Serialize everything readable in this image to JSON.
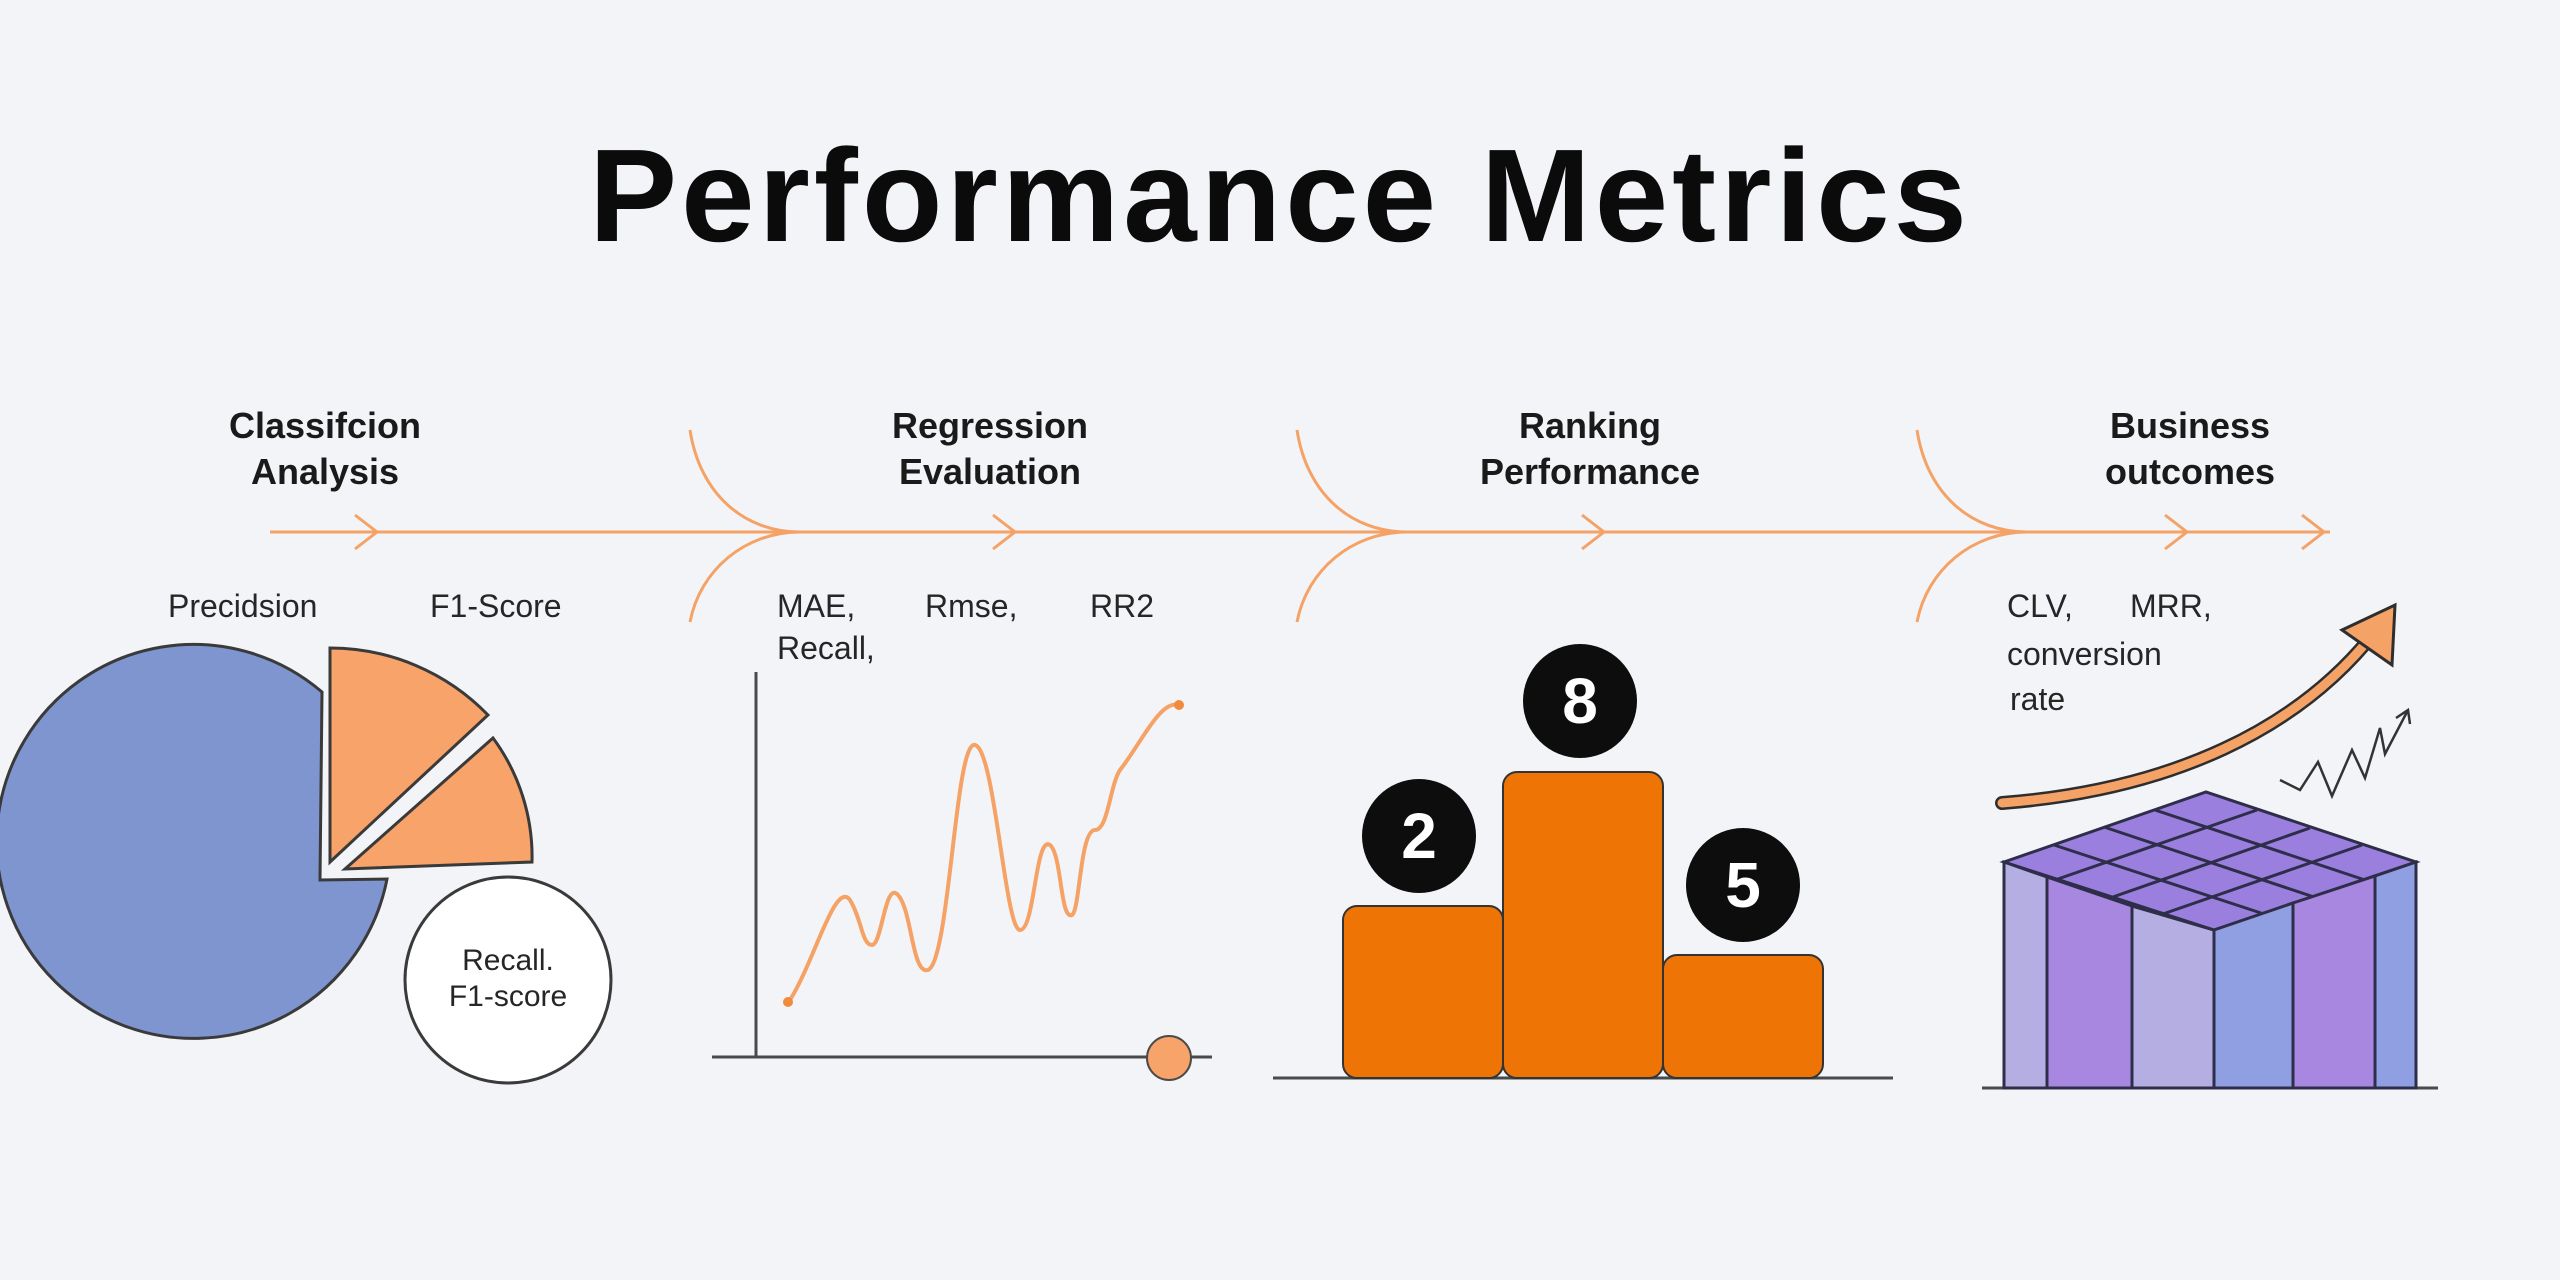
{
  "title": "Performance Metrics",
  "stages": [
    {
      "title_line1": "Classifcion",
      "title_line2": "Analysis",
      "metrics": [
        "Precidsion",
        "F1-Score"
      ],
      "circle_line1": "Recall.",
      "circle_line2": "F1-score"
    },
    {
      "title_line1": "Regression",
      "title_line2": "Evaluation",
      "metrics": [
        "MAE,",
        "Rmse,",
        "RR2",
        "Recall,"
      ]
    },
    {
      "title_line1": "Ranking",
      "title_line2": "Performance",
      "ranks": [
        "2",
        "8",
        "5"
      ]
    },
    {
      "title_line1": "Business",
      "title_line2": "outcomes",
      "metrics": [
        "CLV,",
        "MRR,",
        "conversion",
        "rate"
      ]
    }
  ],
  "colors": {
    "orange": "#f08b3e",
    "orange_light": "#f7a36a",
    "orange_bar": "#ef7406",
    "blue": "#7e95d0",
    "purple": "#a887e0",
    "lavender": "#b5aee3",
    "periwinkle": "#8f9fe2",
    "dark": "#0d0d0d",
    "line": "#4a4a4a"
  }
}
